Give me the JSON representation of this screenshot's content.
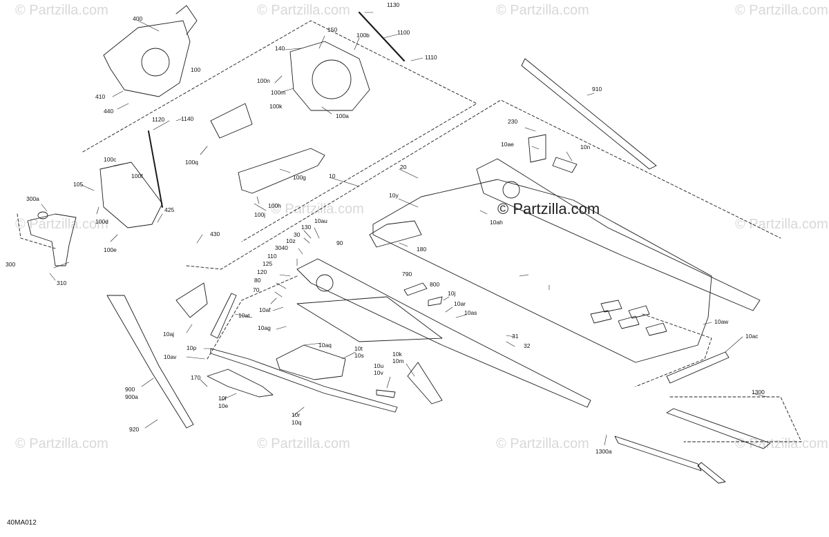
{
  "watermark": "© Partzilla.com",
  "logo_text": "© Partzilla.com",
  "diagram_code": "40MA012",
  "colors": {
    "line": "#1a1a1a",
    "watermark": "#d8d8d8",
    "background": "#ffffff"
  },
  "labels": [
    "400",
    "150",
    "100b",
    "1100",
    "1130",
    "1110",
    "140",
    "100",
    "100n",
    "100m",
    "100a",
    "100k",
    "410",
    "440",
    "1120",
    "1140",
    "100q",
    "100c",
    "100f",
    "105",
    "300a",
    "100d",
    "100e",
    "300",
    "310",
    "425",
    "430",
    "100g",
    "100h",
    "100j",
    "10",
    "20",
    "10y",
    "10ah",
    "180",
    "230",
    "10ae",
    "10n",
    "910",
    "130",
    "10au",
    "30",
    "10z",
    "3040",
    "90",
    "110",
    "125",
    "120",
    "80",
    "70",
    "790",
    "800",
    "10j",
    "10ar",
    "10as",
    "10af",
    "10at",
    "10aj",
    "10ag",
    "10aq",
    "10t",
    "10s",
    "10p",
    "10av",
    "10u",
    "10v",
    "10k",
    "10m",
    "31",
    "32",
    "10aw",
    "10ac",
    "170",
    "10f",
    "10e",
    "10r",
    "10q",
    "900",
    "900a",
    "920",
    "1300",
    "1300a"
  ]
}
